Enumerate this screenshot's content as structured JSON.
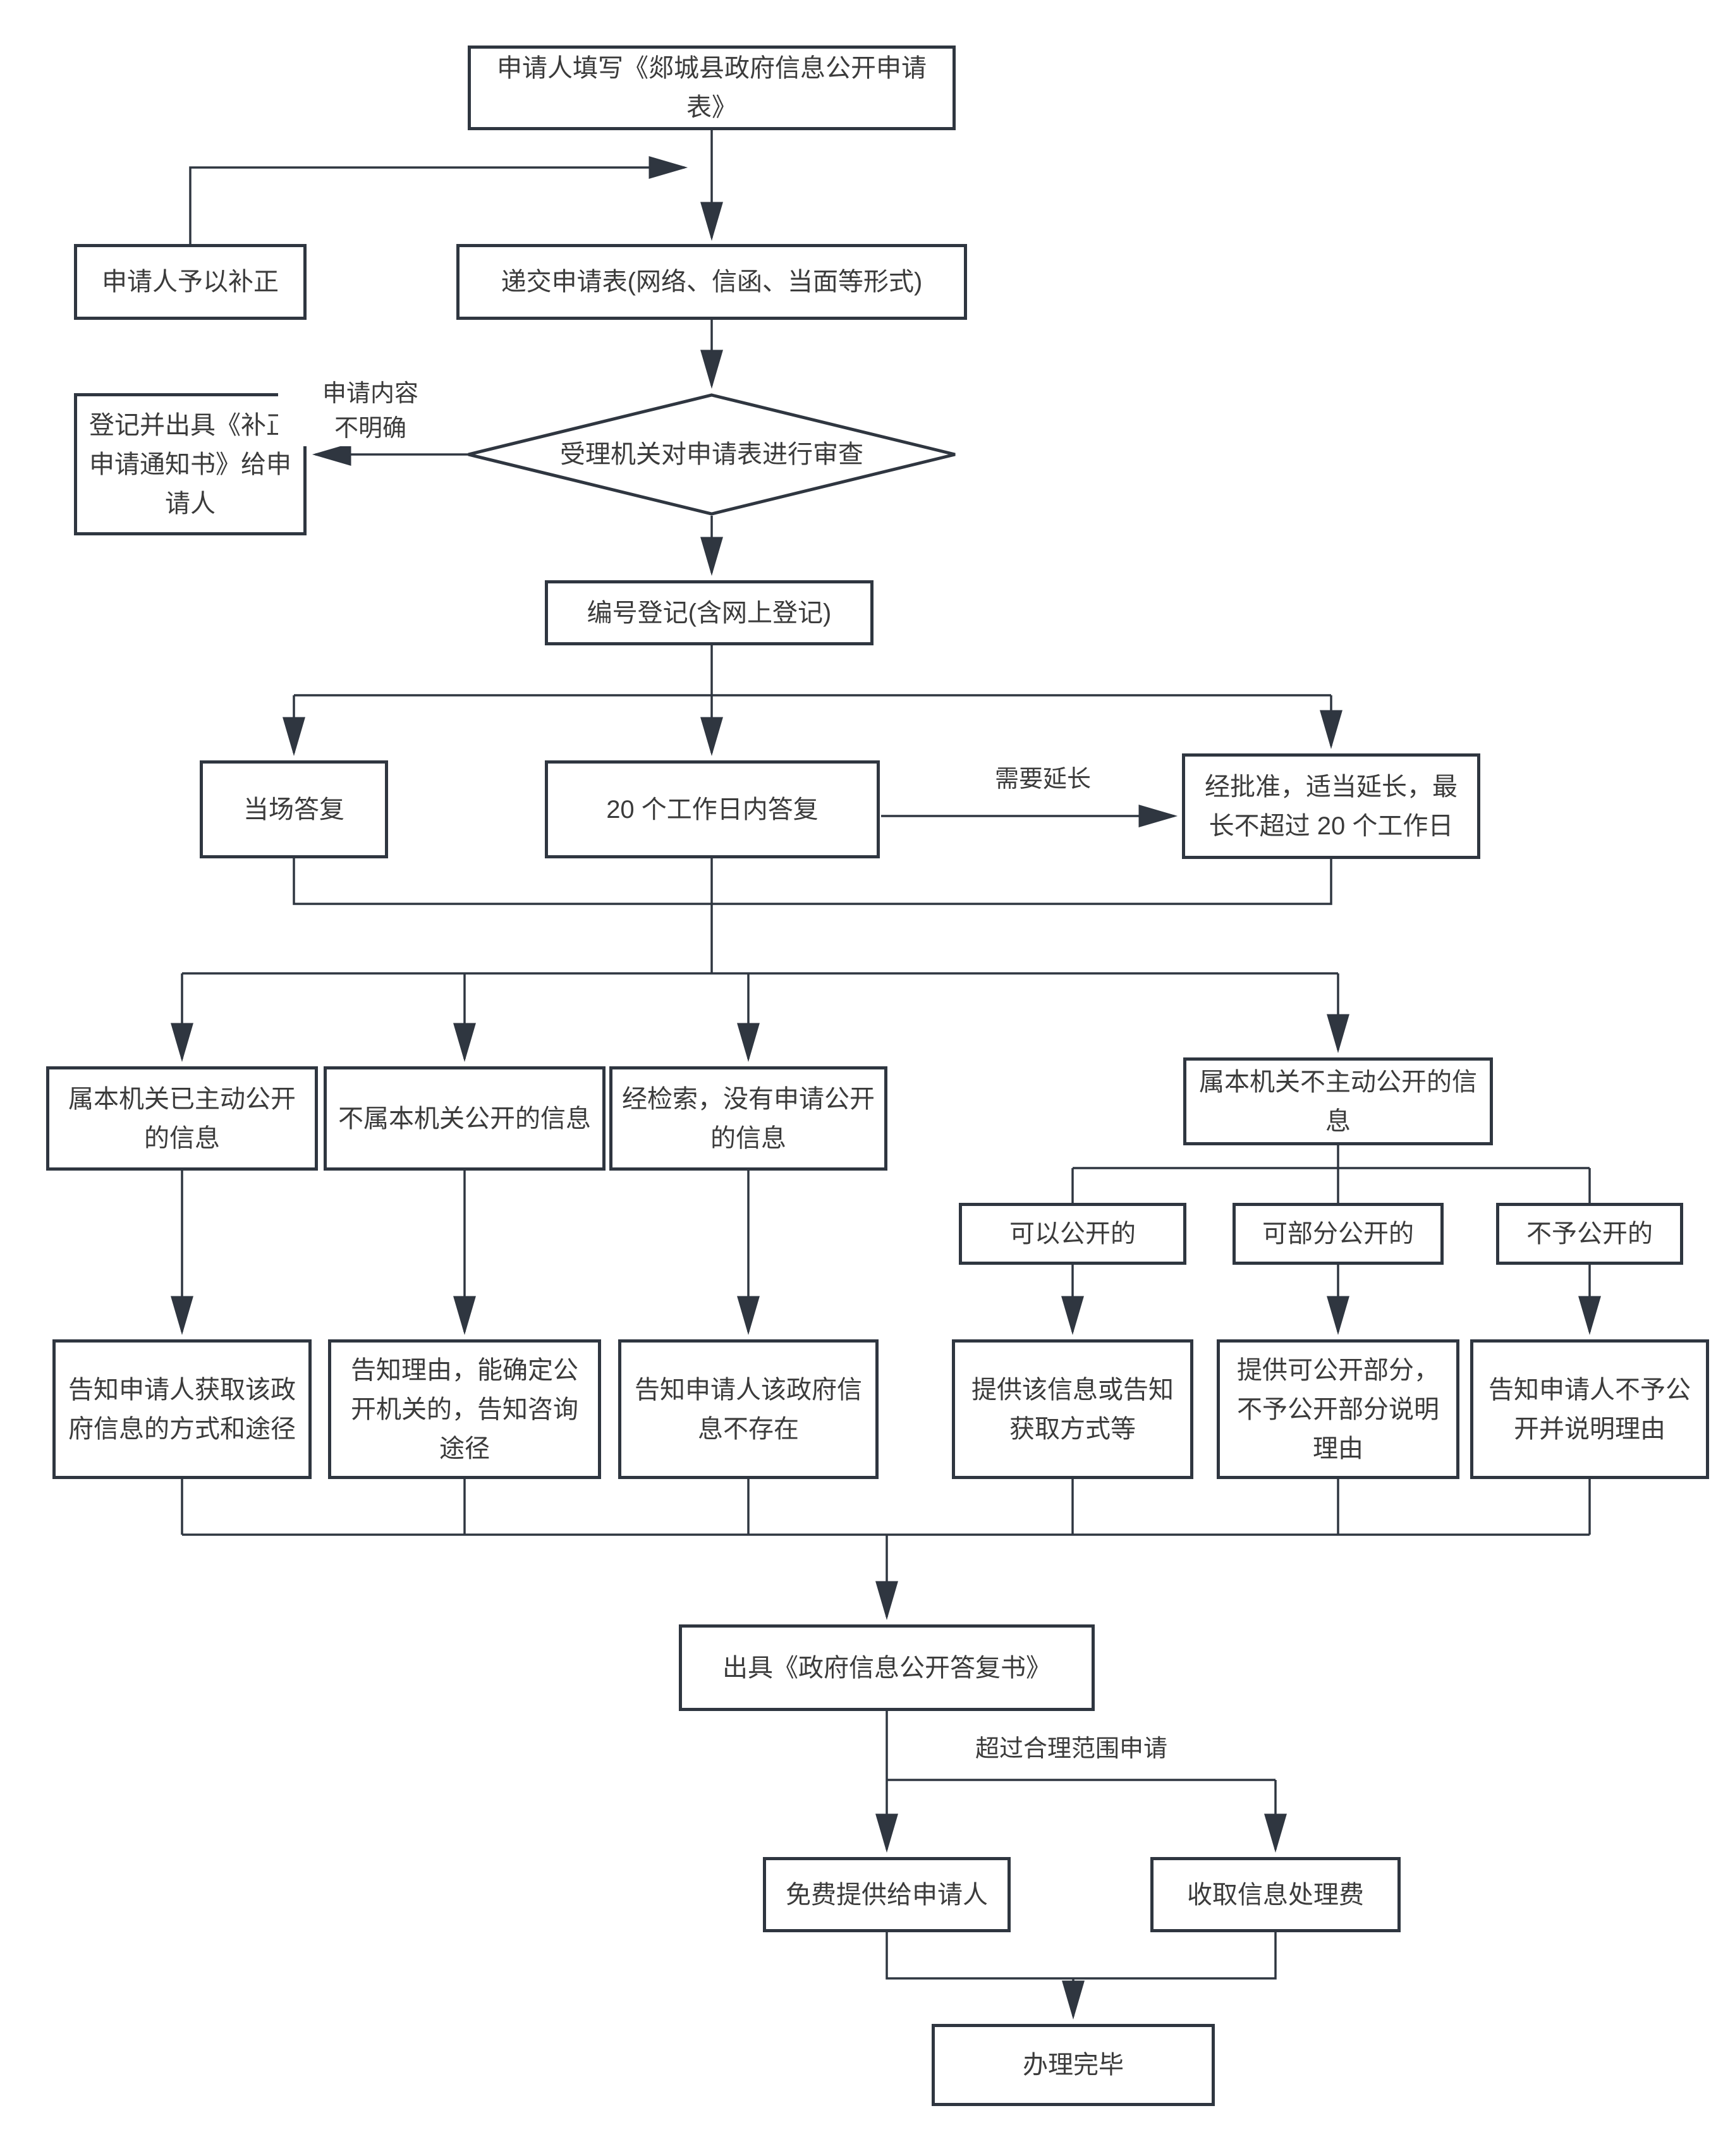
{
  "diagram": {
    "background": "#ffffff",
    "line_color": "#2f3640",
    "text_color": "#3b3b3b",
    "nodes": {
      "fill_form": {
        "label": "申请人填写《郯城县政府信息公开申请表》",
        "shape": "rect"
      },
      "supplement": {
        "label": "申请人予以补正",
        "shape": "rect"
      },
      "submit_form": {
        "label": "递交申请表(网络、信函、当面等形式)",
        "shape": "rect"
      },
      "review": {
        "label": "受理机关对申请表进行审查",
        "shape": "diamond"
      },
      "notify_correction": {
        "label": "登记并出具《补正申请通知书》给申请人",
        "shape": "rect"
      },
      "register": {
        "label": "编号登记(含网上登记)",
        "shape": "rect"
      },
      "onsite_reply": {
        "label": "当场答复",
        "shape": "rect"
      },
      "reply_20_days": {
        "label": "20 个工作日内答复",
        "shape": "rect"
      },
      "extension": {
        "label": "经批准，适当延长，最长不超过 20 个工作日",
        "shape": "rect"
      },
      "already_public": {
        "label": "属本机关已主动公开的信息",
        "shape": "rect"
      },
      "not_this_agency": {
        "label": "不属本机关公开的信息",
        "shape": "rect"
      },
      "not_found": {
        "label": "经检索，没有申请公开的信息",
        "shape": "rect"
      },
      "not_proactive": {
        "label": "属本机关不主动公开的信息",
        "shape": "rect"
      },
      "can_public": {
        "label": "可以公开的",
        "shape": "rect"
      },
      "partial_public": {
        "label": "可部分公开的",
        "shape": "rect"
      },
      "no_public": {
        "label": "不予公开的",
        "shape": "rect"
      },
      "inform_way": {
        "label": "告知申请人获取该政府信息的方式和途径",
        "shape": "rect"
      },
      "inform_reason": {
        "label": "告知理由，能确定公开机关的，告知咨询途径",
        "shape": "rect"
      },
      "inform_nonexist": {
        "label": "告知申请人该政府信息不存在",
        "shape": "rect"
      },
      "provide_info": {
        "label": "提供该信息或告知获取方式等",
        "shape": "rect"
      },
      "provide_partial": {
        "label": "提供可公开部分，不予公开部分说明理由",
        "shape": "rect"
      },
      "inform_refusal": {
        "label": "告知申请人不予公开并说明理由",
        "shape": "rect"
      },
      "reply_doc": {
        "label": "出具《政府信息公开答复书》",
        "shape": "rect"
      },
      "free_provide": {
        "label": "免费提供给申请人",
        "shape": "rect"
      },
      "charge_fee": {
        "label": "收取信息处理费",
        "shape": "rect"
      },
      "done": {
        "label": "办理完毕",
        "shape": "rect"
      }
    },
    "edge_labels": {
      "unclear_content": "申请内容\n不明确",
      "need_extension": "需要延长",
      "over_scope": "超过合理范围申请"
    }
  }
}
